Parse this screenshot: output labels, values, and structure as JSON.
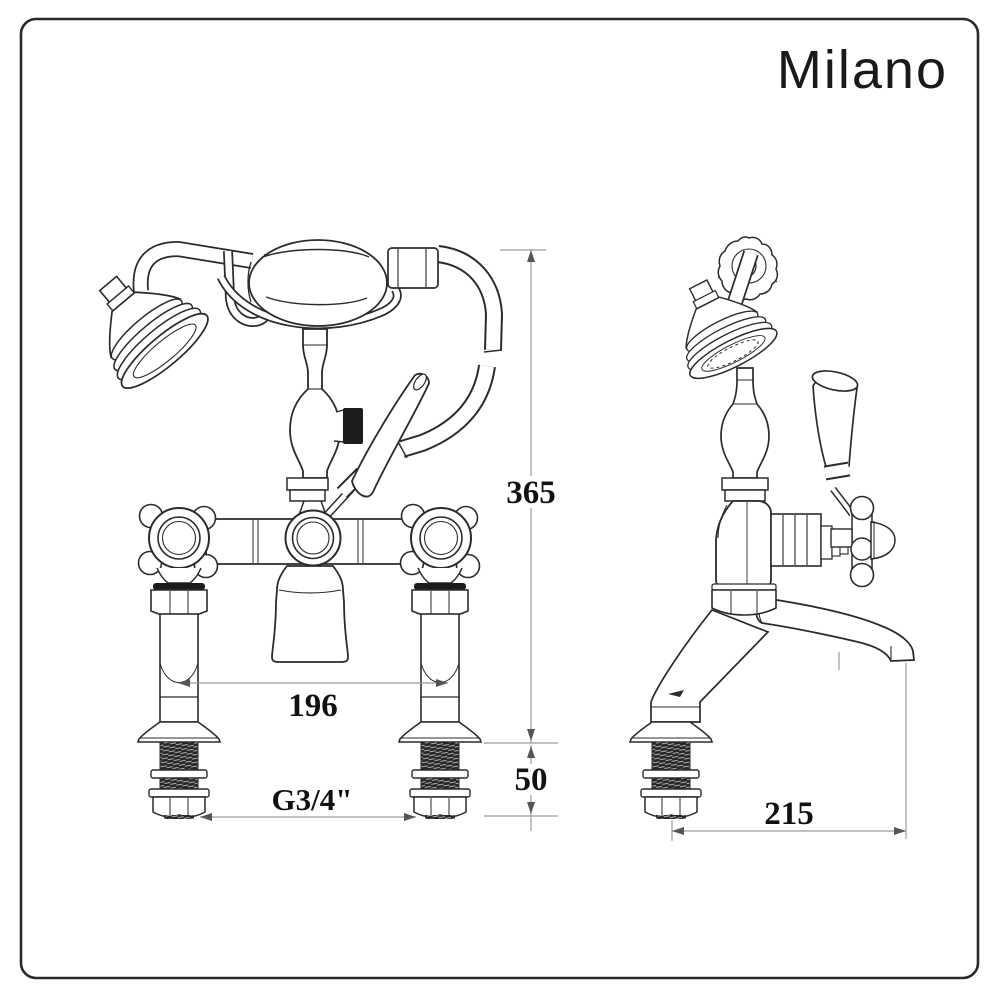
{
  "brand": {
    "logo": "Milano"
  },
  "diagram": {
    "subject": "bath-shower-mixer-technical-drawing",
    "views": {
      "front": "front-view",
      "side": "side-view"
    },
    "dimensions": {
      "height": "365",
      "inlet_centres": "196",
      "deck_clearance": "50",
      "thread": "G3/4\"",
      "projection": "215"
    },
    "colors": {
      "line": "#2b2b2b",
      "dimension_line": "#9b9b9b",
      "text": "#111111",
      "accent_black": "#1c1c1c",
      "border": "#2a2a2a"
    }
  }
}
